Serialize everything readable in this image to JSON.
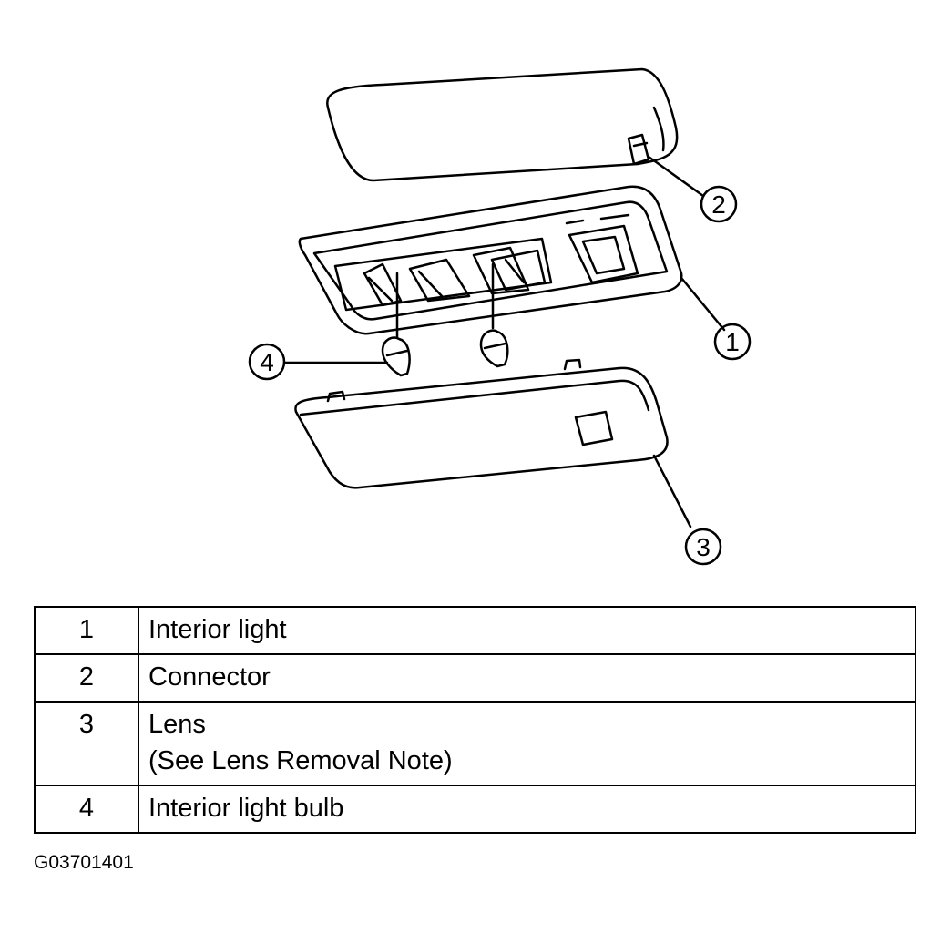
{
  "callouts": {
    "c1": "1",
    "c2": "2",
    "c3": "3",
    "c4": "4"
  },
  "legend": {
    "rows": [
      {
        "number": "1",
        "label": "Interior light",
        "note": ""
      },
      {
        "number": "2",
        "label": "Connector",
        "note": ""
      },
      {
        "number": "3",
        "label": "Lens",
        "note": "(See Lens Removal Note)"
      },
      {
        "number": "4",
        "label": "Interior light bulb",
        "note": ""
      }
    ]
  },
  "figure_id": "G03701401"
}
